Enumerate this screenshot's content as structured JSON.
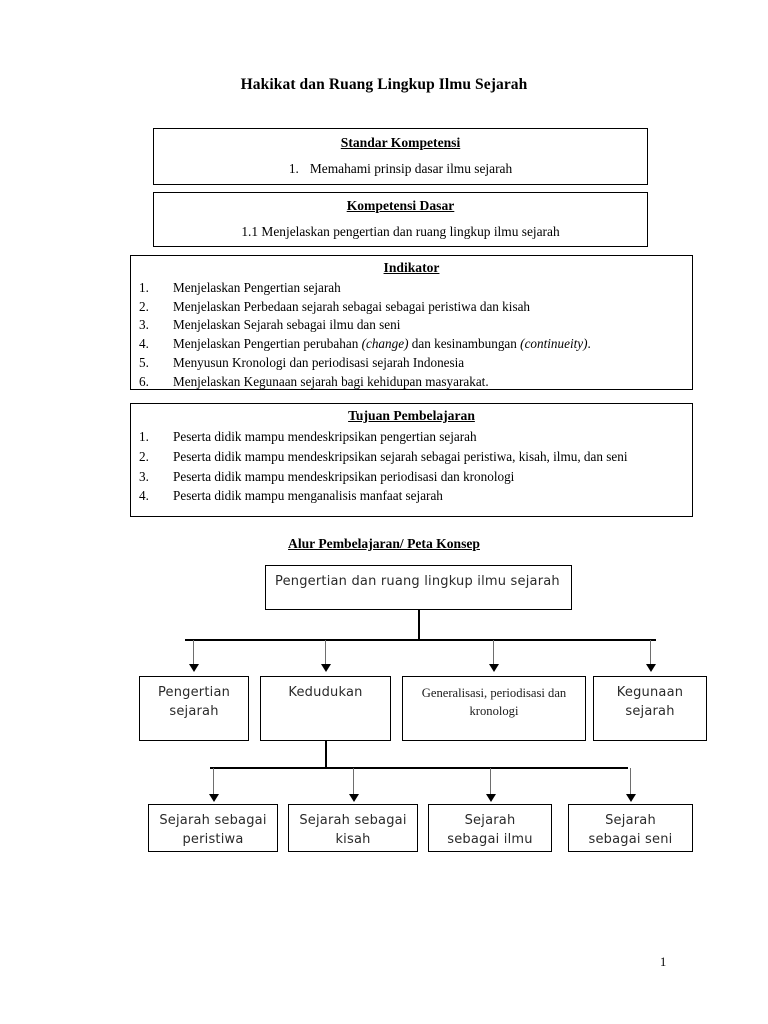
{
  "document": {
    "title": "Hakikat dan Ruang Lingkup Ilmu Sejarah",
    "page_number": "1"
  },
  "standar_kompetensi": {
    "heading": "Standar Kompetensi",
    "item_number": "1.",
    "item_text": "Memahami prinsip dasar ilmu sejarah"
  },
  "kompetensi_dasar": {
    "heading": "Kompetensi Dasar",
    "item_text": "1.1 Menjelaskan pengertian dan ruang  lingkup ilmu sejarah"
  },
  "indikator": {
    "heading": "Indikator",
    "items": [
      "Menjelaskan Pengertian sejarah",
      "Menjelaskan Perbedaan sejarah sebagai sebagai peristiwa dan kisah",
      "Menjelaskan Sejarah sebagai ilmu dan seni",
      "Menjelaskan Pengertian  perubahan  (change)  dan   kesinambungan (continueity).",
      "Menyusun Kronologi dan periodisasi sejarah Indonesia",
      "Menjelaskan Kegunaan sejarah bagi kehidupan masyarakat."
    ],
    "item4_parts": {
      "a": "Menjelaskan Pengertian  perubahan ",
      "italic1": "(change)",
      "b": " dan   kesinambungan ",
      "italic2": "(continueity)",
      "c": "."
    }
  },
  "tujuan_pembelajaran": {
    "heading": "Tujuan Pembelajaran",
    "items": [
      "Peserta didik mampu mendeskripsikan pengertian sejarah",
      "Peserta didik mampu mendeskripsikan sejarah sebagai peristiwa, kisah, ilmu, dan seni",
      "Peserta didik mampu mendeskripsikan periodisasi dan kronologi",
      "Peserta didik mampu menganalisis manfaat sejarah"
    ]
  },
  "flowchart": {
    "heading": "Alur Pembelajaran/ Peta Konsep ",
    "root": "Pengertian dan ruang lingkup ilmu sejarah",
    "row2": [
      "Pengertian sejarah",
      "Kedudukan",
      "Generalisasi, periodisasi dan kronologi",
      "Kegunaan sejarah"
    ],
    "row3": [
      "Sejarah sebagai peristiwa",
      "Sejarah sebagai kisah",
      "Sejarah sebagai ilmu",
      "Sejarah sebagai seni"
    ]
  }
}
